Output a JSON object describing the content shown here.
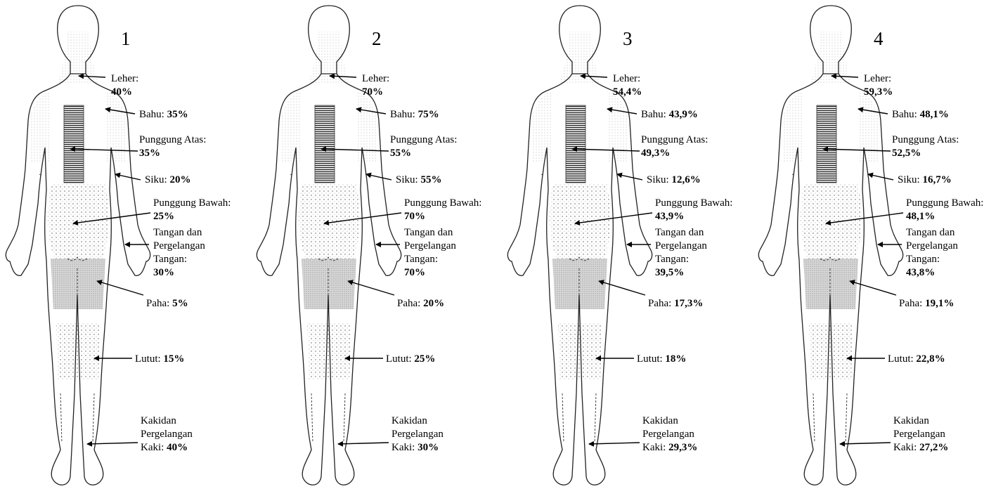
{
  "panels": [
    {
      "number": "1",
      "labels": {
        "leher": {
          "name": "Leher:",
          "value": "40%"
        },
        "bahu": {
          "name": "Bahu:",
          "value": "35%"
        },
        "punggung_atas": {
          "name": "Punggung Atas:",
          "value": "35%"
        },
        "siku": {
          "name": "Siku:",
          "value": "20%"
        },
        "punggung_bawah": {
          "name": "Punggung Bawah:",
          "value": "25%"
        },
        "tangan": {
          "line1": "Tangan dan",
          "line2": "Pergelangan",
          "line3": "Tangan:",
          "value": "30%"
        },
        "paha": {
          "name": "Paha:",
          "value": "5%"
        },
        "lutut": {
          "name": "Lutut:",
          "value": "15%"
        },
        "kaki": {
          "line1": "Kakidan",
          "line2": "Pergelangan",
          "line3": "Kaki:",
          "value": "40%"
        }
      }
    },
    {
      "number": "2",
      "labels": {
        "leher": {
          "name": "Leher:",
          "value": "70%"
        },
        "bahu": {
          "name": "Bahu:",
          "value": "75%"
        },
        "punggung_atas": {
          "name": "Punggung Atas:",
          "value": "55%"
        },
        "siku": {
          "name": "Siku:",
          "value": "55%"
        },
        "punggung_bawah": {
          "name": "Punggung Bawah:",
          "value": "70%"
        },
        "tangan": {
          "line1": "Tangan dan",
          "line2": "Pergelangan",
          "line3": "Tangan:",
          "value": "70%"
        },
        "paha": {
          "name": "Paha:",
          "value": "20%"
        },
        "lutut": {
          "name": "Lutut:",
          "value": "25%"
        },
        "kaki": {
          "line1": "Kakidan",
          "line2": "Pergelangan",
          "line3": "Kaki:",
          "value": "30%"
        }
      }
    },
    {
      "number": "3",
      "labels": {
        "leher": {
          "name": "Leher:",
          "value": "54,4%"
        },
        "bahu": {
          "name": "Bahu:",
          "value": "43,9%"
        },
        "punggung_atas": {
          "name": "Punggung Atas:",
          "value": "49,3%"
        },
        "siku": {
          "name": "Siku:",
          "value": "12,6%"
        },
        "punggung_bawah": {
          "name": "Punggung Bawah:",
          "value": "43,9%"
        },
        "tangan": {
          "line1": "Tangan dan",
          "line2": "Pergelangan",
          "line3": "Tangan:",
          "value": "39,5%"
        },
        "paha": {
          "name": "Paha:",
          "value": "17,3%"
        },
        "lutut": {
          "name": "Lutut:",
          "value": "18%"
        },
        "kaki": {
          "line1": "Kakidan",
          "line2": "Pergelangan",
          "line3": "Kaki:",
          "value": "29,3%"
        }
      }
    },
    {
      "number": "4",
      "labels": {
        "leher": {
          "name": "Leher:",
          "value": "59,3%"
        },
        "bahu": {
          "name": "Bahu:",
          "value": "48,1%"
        },
        "punggung_atas": {
          "name": "Punggung Atas:",
          "value": "52,5%"
        },
        "siku": {
          "name": "Siku:",
          "value": "16,7%"
        },
        "punggung_bawah": {
          "name": "Punggung Bawah:",
          "value": "48,1%"
        },
        "tangan": {
          "line1": "Tangan dan",
          "line2": "Pergelangan",
          "line3": "Tangan:",
          "value": "43,8%"
        },
        "paha": {
          "name": "Paha:",
          "value": "19,1%"
        },
        "lutut": {
          "name": "Lutut:",
          "value": "22,8%"
        },
        "kaki": {
          "line1": "Kakidan",
          "line2": "Pergelangan",
          "line3": "Kaki:",
          "value": "27,2%"
        }
      }
    }
  ]
}
